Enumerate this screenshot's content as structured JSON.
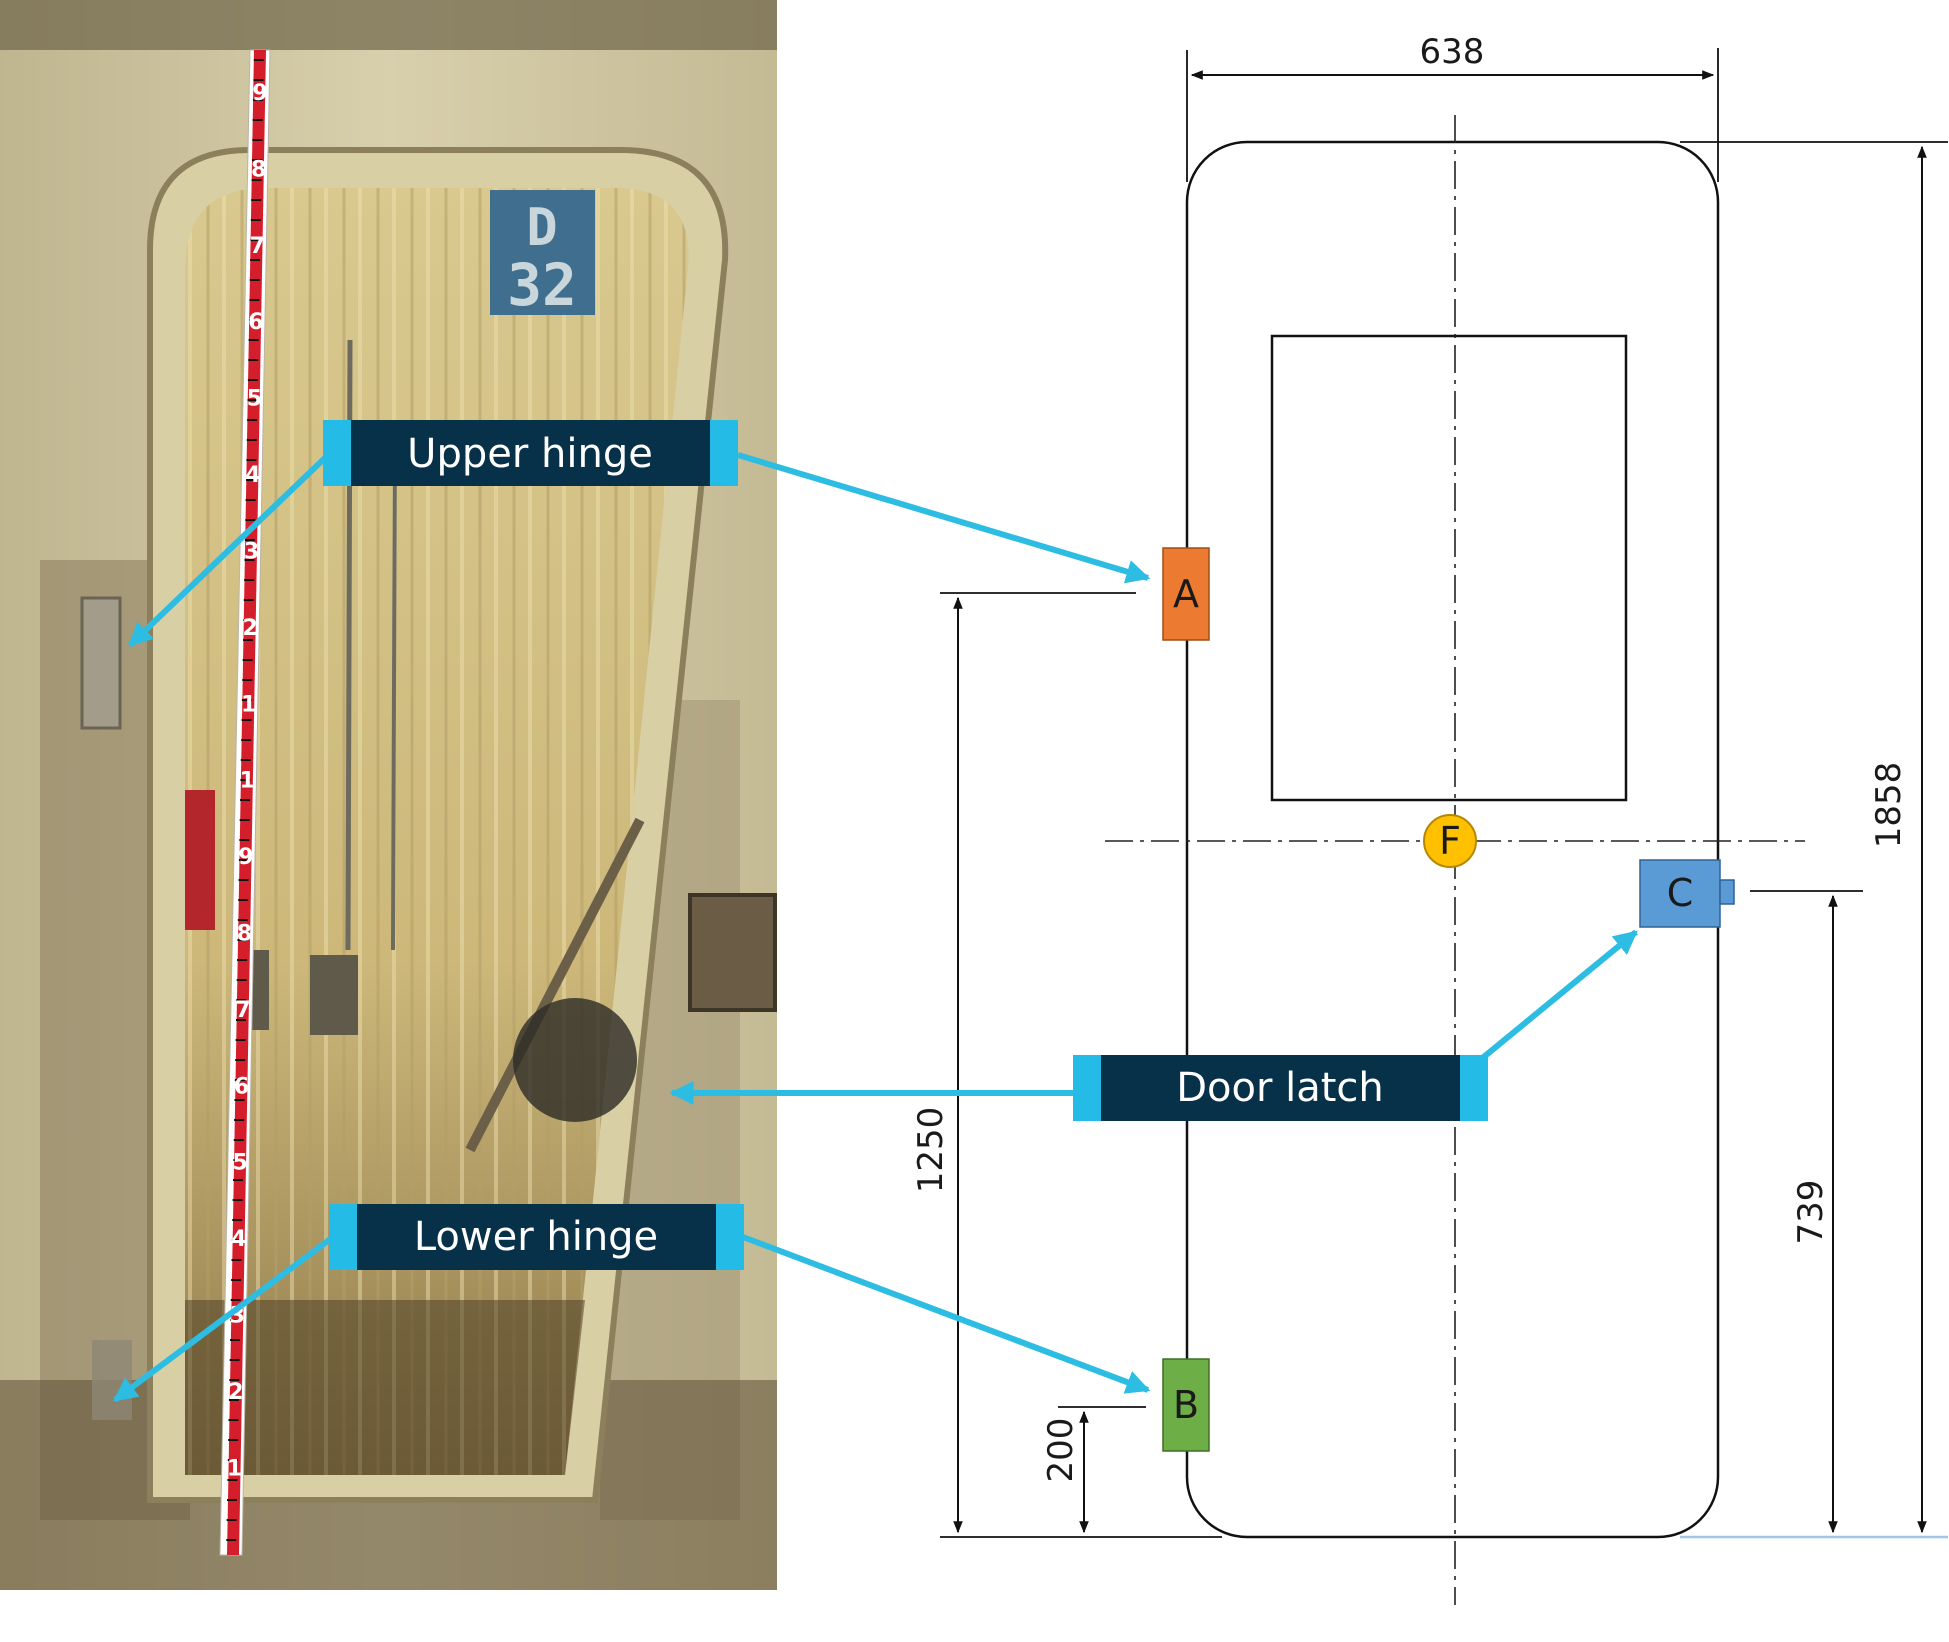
{
  "photo": {
    "sign_line1": "D",
    "sign_line2": "32",
    "ruler_digits": [
      "9",
      "8",
      "7",
      "6",
      "5",
      "4",
      "3",
      "2",
      "1",
      "1",
      "9",
      "8",
      "7",
      "6",
      "5",
      "4",
      "3",
      "2",
      "1"
    ]
  },
  "labels": {
    "upper_hinge": "Upper hinge",
    "door_latch": "Door latch",
    "lower_hinge": "Lower hinge"
  },
  "markers": {
    "a": "A",
    "b": "B",
    "c": "C",
    "f": "F"
  },
  "dimensions": {
    "width": "638",
    "height": "1858",
    "hinge_a_height": "1250",
    "latch_height": "739",
    "hinge_b_height": "200"
  },
  "colors": {
    "label_bg": "#073049",
    "label_accent": "#24BCE6",
    "arrow": "#2DBDE3",
    "marker_a": "#EC7A30",
    "marker_b": "#6DAE47",
    "marker_c": "#5B9BD5",
    "marker_f": "#FFC000",
    "photo_wall": "#cfc6a4",
    "photo_inner": "#d6c38c"
  }
}
